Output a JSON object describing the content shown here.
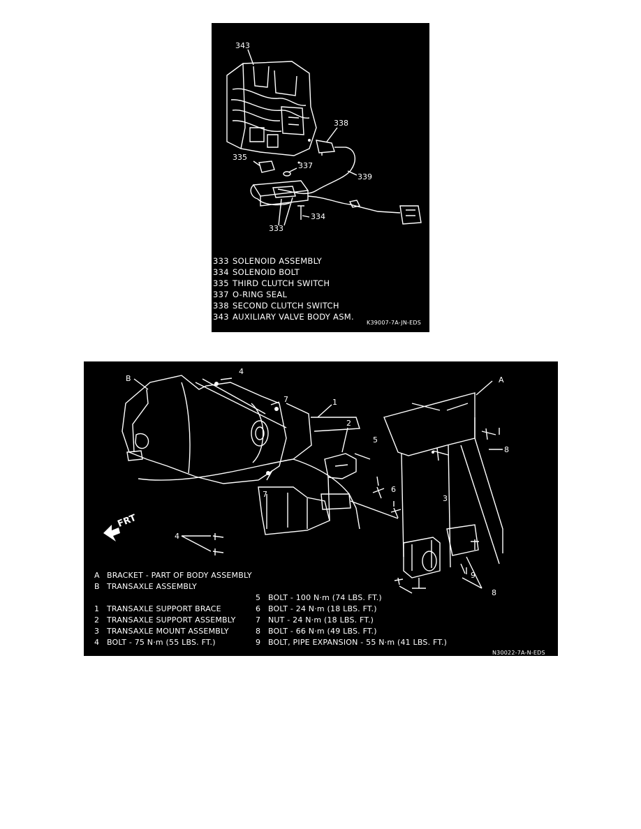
{
  "figure1": {
    "callouts": [
      "343",
      "338",
      "335",
      "337",
      "339",
      "333",
      "334"
    ],
    "legend": [
      {
        "num": "333",
        "text": "SOLENOID ASSEMBLY"
      },
      {
        "num": "334",
        "text": "SOLENOID BOLT"
      },
      {
        "num": "335",
        "text": "THIRD CLUTCH SWITCH"
      },
      {
        "num": "337",
        "text": "O-RING SEAL"
      },
      {
        "num": "338",
        "text": "SECOND CLUTCH SWITCH"
      },
      {
        "num": "343",
        "text": "AUXILIARY VALVE BODY ASM."
      }
    ],
    "code": "K39007-7A-JN-EDS"
  },
  "figure2": {
    "callouts": {
      "B": "B",
      "A": "A",
      "n4a": "4",
      "n7a": "7",
      "n1": "1",
      "n2": "2",
      "n5": "5",
      "n8a": "8",
      "n6": "6",
      "n7b": "7",
      "n3": "3",
      "n4b": "4",
      "n9": "9",
      "n8b": "8"
    },
    "frt": "FRT",
    "legend_left": [
      {
        "num": "A",
        "text": "BRACKET - PART OF BODY ASSEMBLY"
      },
      {
        "num": "B",
        "text": "TRANSAXLE ASSEMBLY"
      },
      {
        "num": "1",
        "text": "TRANSAXLE SUPPORT BRACE"
      },
      {
        "num": "2",
        "text": "TRANSAXLE SUPPORT ASSEMBLY"
      },
      {
        "num": "3",
        "text": "TRANSAXLE MOUNT ASSEMBLY"
      },
      {
        "num": "4",
        "text": "BOLT - 75 N·m (55 LBS. FT.)"
      }
    ],
    "legend_right": [
      {
        "num": "5",
        "text": "BOLT - 100 N·m (74 LBS. FT.)"
      },
      {
        "num": "6",
        "text": "BOLT - 24 N·m (18 LBS. FT.)"
      },
      {
        "num": "7",
        "text": "NUT - 24 N·m (18 LBS. FT.)"
      },
      {
        "num": "8",
        "text": "BOLT - 66 N·m (49 LBS. FT.)"
      },
      {
        "num": "9",
        "text": "BOLT, PIPE EXPANSION - 55 N·m (41 LBS. FT.)"
      }
    ],
    "code": "N30022-7A-N-EDS"
  }
}
